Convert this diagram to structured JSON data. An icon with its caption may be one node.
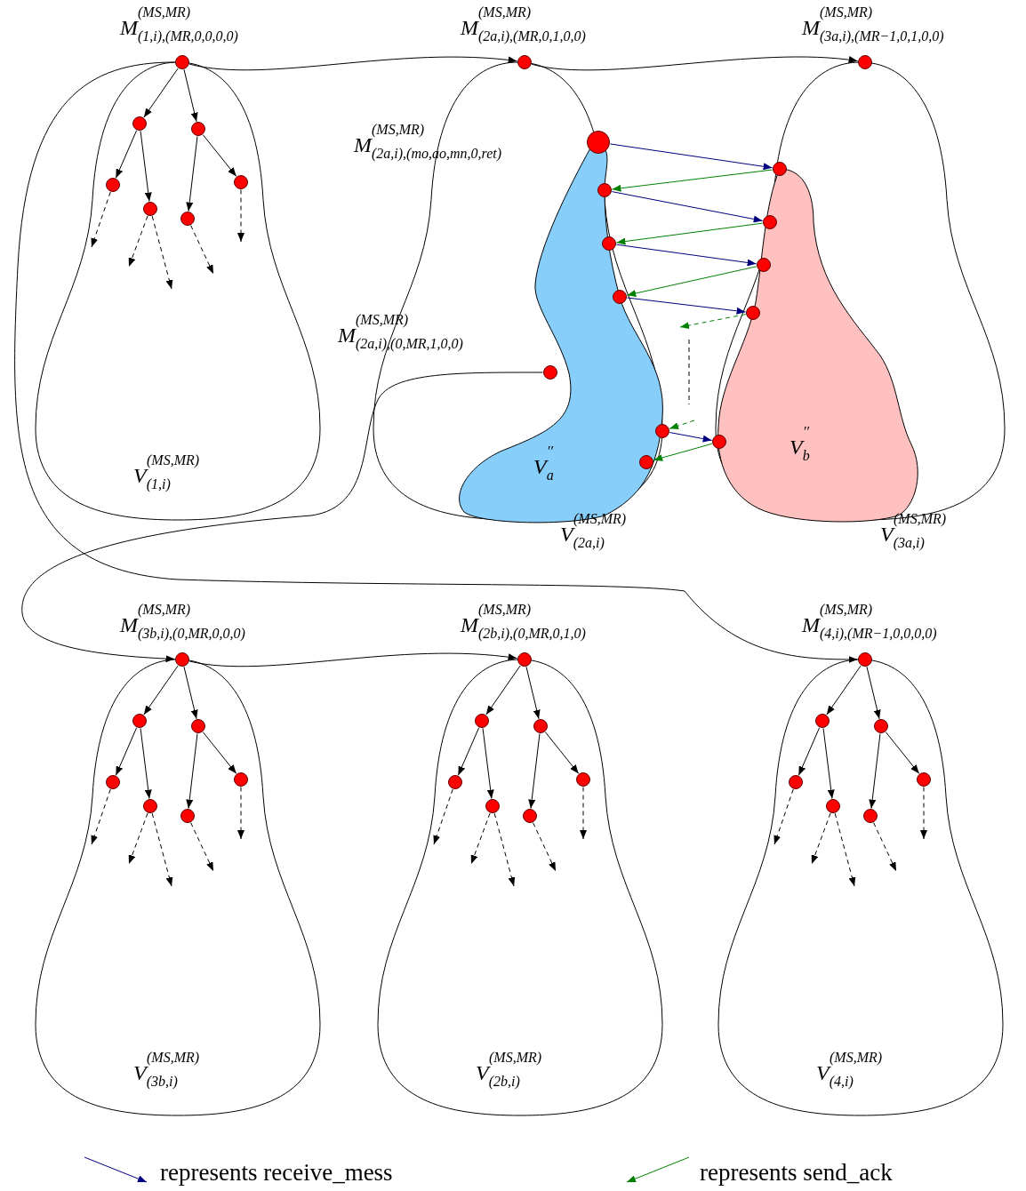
{
  "diagram": {
    "nodes": [
      {
        "text": [
          "V$^{(MS,MR)}$$_{(1,i)}$"
        ]
      },
      {
        "text": [],
        "shape": "circle",
        "beside": [
          "M$^{(MS,MR)}$$_{(1,i),(MR,0,0,0,0)}$"
        ]
      },
      {
        "text": [],
        "shape": "circle",
        "in": 0
      },
      {
        "text": [],
        "shape": "circle",
        "in": 0
      },
      {
        "text": [],
        "shape": "circle",
        "in": 0
      },
      {
        "text": [],
        "shape": "circle",
        "in": 0
      },
      {
        "text": [],
        "shape": "circle",
        "in": 0
      },
      {
        "text": [],
        "shape": "circle",
        "in": 0
      },
      {
        "text": [
          "V$^{(MS,MR)}$$_{(2a,i)}$"
        ]
      },
      {
        "text": [],
        "shape": "circle",
        "beside": [
          "M$^{(MS,MR)}$$_{(2a,i),(MR,0,1,0,0)}$"
        ]
      },
      {
        "text": [
          "V$^{′′}$$_{a}$"
        ],
        "in": 8
      },
      {
        "text": [],
        "shape": "circle",
        "in": 10,
        "beside": [
          "M$^{(MS,MR)}$$_{(2a,i),(mo,ao,mn,0,ret)}$"
        ]
      },
      {
        "text": [],
        "shape": "circle",
        "in": 10
      },
      {
        "text": [],
        "shape": "circle",
        "in": 10
      },
      {
        "text": [],
        "shape": "circle",
        "in": 10
      },
      {
        "text": [],
        "shape": "circle",
        "in": 10
      },
      {
        "text": [],
        "shape": "circle",
        "in": 10
      },
      {
        "text": [],
        "shape": "circle",
        "in": 8,
        "beside": [
          "M$^{(MS,MR)}$$_{(2a,i),(0,MR,1,0,0)}$"
        ]
      },
      {
        "text": [
          "V$^{(MS,MR)}$$_{(3a,i)}$"
        ]
      },
      {
        "text": [],
        "shape": "circle",
        "beside": [
          "M$^{(MS,MR)}$$_{(3a,i),(MR−1,0,1,0,0)}$"
        ]
      },
      {
        "text": [
          "V$^{′′}$$_{b}$"
        ],
        "in": 18
      },
      {
        "text": [],
        "shape": "circle",
        "in": 20
      },
      {
        "text": [],
        "shape": "circle",
        "in": 20
      },
      {
        "text": [],
        "shape": "circle",
        "in": 20
      },
      {
        "text": [],
        "shape": "circle",
        "in": 20
      },
      {
        "text": [],
        "shape": "circle",
        "in": 20
      },
      {
        "text": [
          "V$^{(MS,MR)}$$_{(3b,i)}$"
        ]
      },
      {
        "text": [],
        "shape": "circle",
        "beside": [
          "M$^{(MS,MR)}$$_{(3b,i),(0,MR,0,0,0)}$"
        ]
      },
      {
        "text": [],
        "shape": "circle",
        "in": 26
      },
      {
        "text": [],
        "shape": "circle",
        "in": 26
      },
      {
        "text": [],
        "shape": "circle",
        "in": 26
      },
      {
        "text": [],
        "shape": "circle",
        "in": 26
      },
      {
        "text": [],
        "shape": "circle",
        "in": 26
      },
      {
        "text": [],
        "shape": "circle",
        "in": 26
      },
      {
        "text": [
          "V$^{(MS,MR)}$$_{(2b,i)}$"
        ]
      },
      {
        "text": [],
        "shape": "circle",
        "beside": [
          "M$^{(MS,MR)}$$_{(2b,i),(0,MR,0,1,0)}$"
        ]
      },
      {
        "text": [],
        "shape": "circle",
        "in": 34
      },
      {
        "text": [],
        "shape": "circle",
        "in": 34
      },
      {
        "text": [],
        "shape": "circle",
        "in": 34
      },
      {
        "text": [],
        "shape": "circle",
        "in": 34
      },
      {
        "text": [],
        "shape": "circle",
        "in": 34
      },
      {
        "text": [],
        "shape": "circle",
        "in": 34
      },
      {
        "text": [
          "V$^{(MS,MR)}$$_{(4,i)}$"
        ]
      },
      {
        "text": [],
        "shape": "circle",
        "beside": [
          "M$^{(MS,MR)}$$_{(4,i),(MR−1,0,0,0,0)}$"
        ]
      },
      {
        "text": [],
        "shape": "circle",
        "in": 42
      },
      {
        "text": [],
        "shape": "circle",
        "in": 42
      },
      {
        "text": [],
        "shape": "circle",
        "in": 42
      },
      {
        "text": [],
        "shape": "circle",
        "in": 42
      },
      {
        "text": [],
        "shape": "circle",
        "in": 42
      },
      {
        "text": [],
        "shape": "circle",
        "in": 42
      }
    ],
    "edges": [
      {
        "from": 1,
        "to": 9,
        "arrow": "to"
      },
      {
        "from": 9,
        "to": 19,
        "arrow": "to"
      },
      {
        "from": 1,
        "to": 43,
        "arrow": "to"
      },
      {
        "from": 17,
        "to": 27,
        "arrow": "to"
      },
      {
        "from": 27,
        "to": 35,
        "arrow": "to"
      },
      {
        "from": 1,
        "to": 2,
        "arrow": "to"
      },
      {
        "from": 1,
        "to": 3,
        "arrow": "to"
      },
      {
        "from": 2,
        "to": 4,
        "arrow": "to"
      },
      {
        "from": 2,
        "to": 5,
        "arrow": "to"
      },
      {
        "from": 3,
        "to": 6,
        "arrow": "to"
      },
      {
        "from": 3,
        "to": 7,
        "arrow": "to"
      },
      {
        "from": 4,
        "to": null,
        "arrow": "to",
        "style": "dashed"
      },
      {
        "from": 5,
        "to": null,
        "arrow": "to",
        "style": "dashed"
      },
      {
        "from": 5,
        "to": null,
        "arrow": "to",
        "style": "dashed"
      },
      {
        "from": 6,
        "to": null,
        "arrow": "to",
        "style": "dashed"
      },
      {
        "from": 7,
        "to": null,
        "arrow": "to",
        "style": "dashed"
      },
      {
        "from": 27,
        "to": 28,
        "arrow": "to"
      },
      {
        "from": 27,
        "to": 29,
        "arrow": "to"
      },
      {
        "from": 28,
        "to": 30,
        "arrow": "to"
      },
      {
        "from": 28,
        "to": 31,
        "arrow": "to"
      },
      {
        "from": 29,
        "to": 32,
        "arrow": "to"
      },
      {
        "from": 29,
        "to": 33,
        "arrow": "to"
      },
      {
        "from": 30,
        "to": null,
        "arrow": "to",
        "style": "dashed"
      },
      {
        "from": 31,
        "to": null,
        "arrow": "to",
        "style": "dashed"
      },
      {
        "from": 31,
        "to": null,
        "arrow": "to",
        "style": "dashed"
      },
      {
        "from": 32,
        "to": null,
        "arrow": "to",
        "style": "dashed"
      },
      {
        "from": 33,
        "to": null,
        "arrow": "to",
        "style": "dashed"
      },
      {
        "from": 35,
        "to": 36,
        "arrow": "to"
      },
      {
        "from": 35,
        "to": 37,
        "arrow": "to"
      },
      {
        "from": 36,
        "to": 38,
        "arrow": "to"
      },
      {
        "from": 36,
        "to": 39,
        "arrow": "to"
      },
      {
        "from": 37,
        "to": 40,
        "arrow": "to"
      },
      {
        "from": 37,
        "to": 41,
        "arrow": "to"
      },
      {
        "from": 38,
        "to": null,
        "arrow": "to",
        "style": "dashed"
      },
      {
        "from": 39,
        "to": null,
        "arrow": "to",
        "style": "dashed"
      },
      {
        "from": 39,
        "to": null,
        "arrow": "to",
        "style": "dashed"
      },
      {
        "from": 40,
        "to": null,
        "arrow": "to",
        "style": "dashed"
      },
      {
        "from": 41,
        "to": null,
        "arrow": "to",
        "style": "dashed"
      },
      {
        "from": 43,
        "to": 44,
        "arrow": "to"
      },
      {
        "from": 43,
        "to": 45,
        "arrow": "to"
      },
      {
        "from": 44,
        "to": 46,
        "arrow": "to"
      },
      {
        "from": 44,
        "to": 47,
        "arrow": "to"
      },
      {
        "from": 45,
        "to": 48,
        "arrow": "to"
      },
      {
        "from": 45,
        "to": 49,
        "arrow": "to"
      },
      {
        "from": 46,
        "to": null,
        "arrow": "to",
        "style": "dashed"
      },
      {
        "from": 47,
        "to": null,
        "arrow": "to",
        "style": "dashed"
      },
      {
        "from": 47,
        "to": null,
        "arrow": "to",
        "style": "dashed"
      },
      {
        "from": 48,
        "to": null,
        "arrow": "to",
        "style": "dashed"
      },
      {
        "from": 49,
        "to": null,
        "arrow": "to",
        "style": "dashed"
      },
      {
        "from": 11,
        "to": 21,
        "arrow": "to",
        "color": "#000080"
      },
      {
        "from": 21,
        "to": 12,
        "arrow": "to",
        "color": "#008000"
      },
      {
        "from": 12,
        "to": 22,
        "arrow": "to",
        "color": "#000080"
      },
      {
        "from": 22,
        "to": 13,
        "arrow": "to",
        "color": "#008000"
      },
      {
        "from": 13,
        "to": 23,
        "arrow": "to",
        "color": "#000080"
      },
      {
        "from": 23,
        "to": 14,
        "arrow": "to",
        "color": "#008000"
      },
      {
        "from": 14,
        "to": 24,
        "arrow": "to",
        "color": "#000080"
      },
      {
        "from": 24,
        "to": null,
        "arrow": "to",
        "style": "dashed",
        "color": "#008000"
      },
      {
        "from": null,
        "to": 15,
        "arrow": "to",
        "style": "dashed",
        "color": "#008000"
      },
      {
        "from": 15,
        "to": 25,
        "arrow": "to",
        "color": "#000080"
      },
      {
        "from": 25,
        "to": 16,
        "arrow": "to",
        "color": "#008000"
      }
    ],
    "legend": [
      {
        "text": "represents receive_mess"
      },
      {
        "text": "represents send_ack"
      }
    ]
  }
}
